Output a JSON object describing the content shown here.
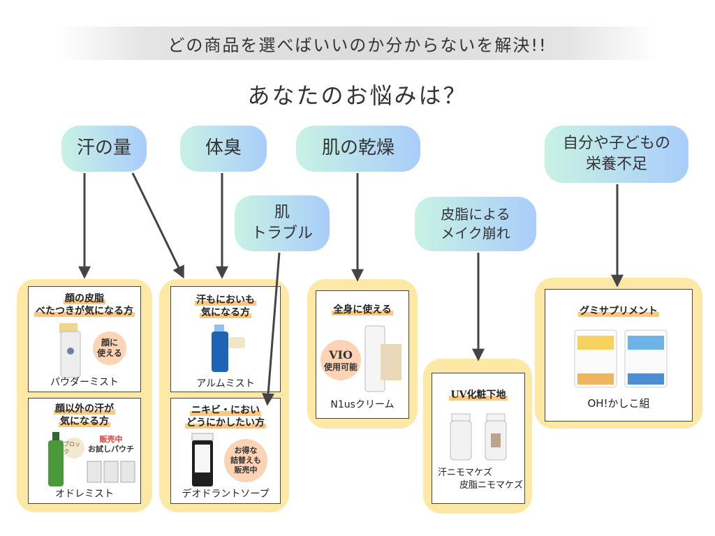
{
  "banner": "どの商品を選べばいいのか分からないを解決!!",
  "question": "あなたのお悩みは？",
  "concerns": {
    "sweat": "汗の量",
    "odor": "体臭",
    "skin_trouble": [
      "肌",
      "トラブル"
    ],
    "dry_skin": "肌の乾燥",
    "makeup": [
      "皮脂による",
      "メイク崩れ"
    ],
    "nutrition": [
      "自分や子どもの",
      "栄養不足"
    ]
  },
  "products": {
    "powder_mist": {
      "title": [
        "顔の皮脂",
        "べたつきが気になる方"
      ],
      "badge": [
        "顔に",
        "使える"
      ],
      "name": "パウダーミスト"
    },
    "odor_mist": {
      "title": [
        "顔以外の汗が",
        "気になる方"
      ],
      "badge": [
        "販売中",
        "お試しパウチ"
      ],
      "label_1": "ブロック",
      "name": "オドレミスト"
    },
    "alum_mist": {
      "title": [
        "汗もにおいも",
        "気になる方"
      ],
      "name": "アルムミスト"
    },
    "deodorant_soap": {
      "title": [
        "ニキビ・におい",
        "どうにかしたい方"
      ],
      "badge": [
        "お得な",
        "詰替えも",
        "販売中"
      ],
      "name": "デオドラントソープ"
    },
    "n1us_cream": {
      "title": "全身に使える",
      "badge": [
        "VIO",
        "使用可能"
      ],
      "name": "N1usクリーム"
    },
    "uv_base": {
      "title": "UV化粧下地",
      "name_1": "汗ニモマケズ",
      "name_2": "皮脂ニモマケズ"
    },
    "gummy": {
      "title": "グミサプリメント",
      "name": "OH!かしこ組"
    }
  },
  "colors": {
    "bubble_left": "#c8f2e4",
    "bubble_right": "#a9cdfa",
    "panel": "#fde9a5",
    "highlight": "#ffc977",
    "badge": "#fcd3b5",
    "arrow": "#444444"
  }
}
